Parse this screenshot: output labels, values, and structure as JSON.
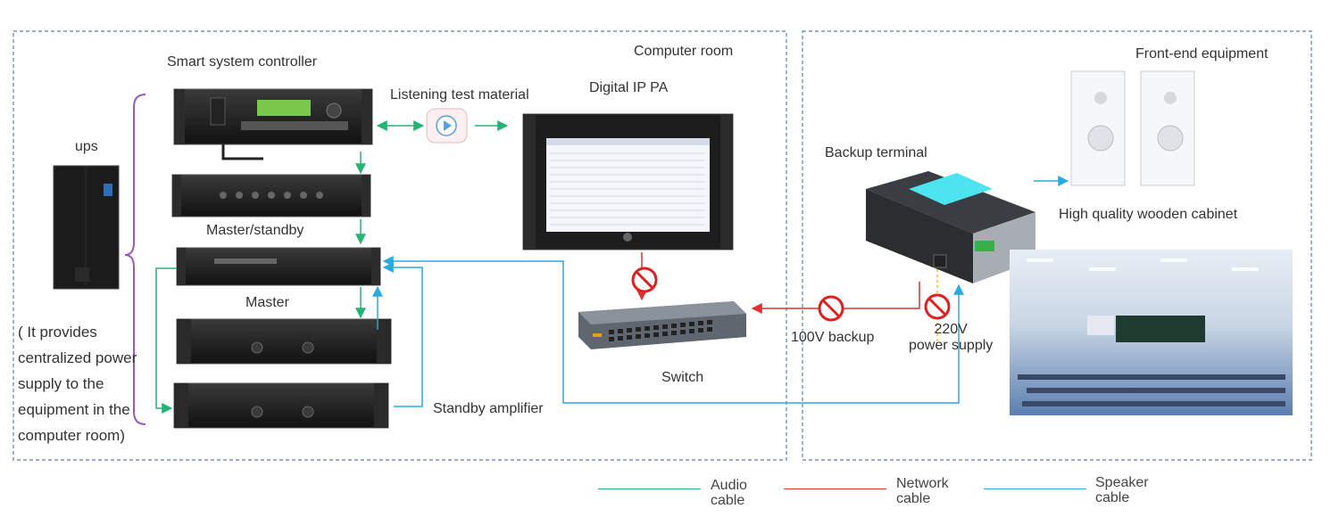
{
  "panels": {
    "computer_room": "Computer room",
    "front_end": "Front-end equipment"
  },
  "devices": {
    "smart_controller": "Smart system controller",
    "ups": "ups",
    "ups_note": "( It provides centralized power supply to the equipment in the computer room)",
    "listening_material": "Listening test material",
    "digital_ip_pa": "Digital IP PA",
    "master_standby": "Master/standby",
    "master": "Master",
    "standby_amplifier": "Standby amplifier",
    "switch": "Switch",
    "backup_terminal": "Backup terminal",
    "backup_100v": "100V backup",
    "power_220v": "220V\npower supply",
    "wooden_cabinet": "High quality wooden cabinet"
  },
  "legend": [
    {
      "label": "Audio\ncable",
      "color": "#22b573"
    },
    {
      "label": "Network\ncable",
      "color": "#e03030"
    },
    {
      "label": "Speaker\ncable",
      "color": "#29abe2"
    }
  ],
  "colors": {
    "audio": "#22b573",
    "network": "#e03030",
    "speaker": "#29abe2",
    "frame": "#5b7fa8",
    "bracket": "#9b59b6"
  },
  "icons": [
    "play-icon",
    "no-entry-icon",
    "speaker-icon"
  ]
}
